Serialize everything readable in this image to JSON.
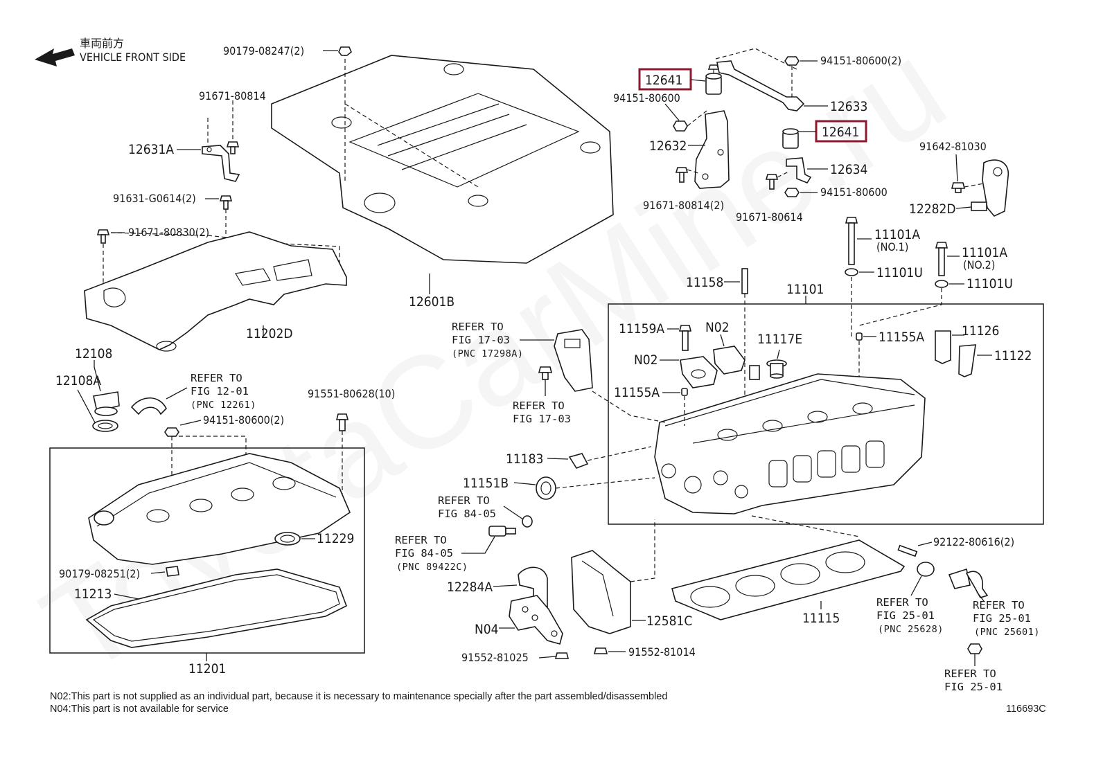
{
  "header": {
    "front_jp": "車両前方",
    "front_en": "VEHICLE FRONT SIDE"
  },
  "watermark": "ToyotaCarMine.ru",
  "highlight_color": "#8b1a2f",
  "labels": {
    "p90179_08247": "90179-08247(2)",
    "p91671_80814a": "91671-80814",
    "p12631A": "12631A",
    "p91631_G0614": "91631-G0614(2)",
    "p91671_80830": "91671-80830(2)",
    "p11202D": "11202D",
    "p12601B": "12601B",
    "p12641a": "12641",
    "p94151_80600a": "94151-80600",
    "p12632": "12632",
    "p91671_80814b": "91671-80814(2)",
    "p94151_80600_2": "94151-80600(2)",
    "p12633": "12633",
    "p12641b": "12641",
    "p12634": "12634",
    "p94151_80600b": "94151-80600",
    "p91671_80614": "91671-80614",
    "p91642_81030": "91642-81030",
    "p12282D": "12282D",
    "p11101A_1": "11101A",
    "no1": "(NO.1)",
    "p11101U_1": "11101U",
    "p11101A_2": "11101A",
    "no2": "(NO.2)",
    "p11101U_2": "11101U",
    "p11158": "11158",
    "p11101": "11101",
    "p11159A": "11159A",
    "n02a": "N02",
    "n02b": "N02",
    "p11117E": "11117E",
    "p11155A_1": "11155A",
    "p11155A_2": "11155A",
    "p11126": "11126",
    "p11122": "11122",
    "p12108": "12108",
    "p12108A": "12108A",
    "p91551_80628": "91551-80628(10)",
    "p94151_80600_2b": "94151-80600(2)",
    "p11183": "11183",
    "p11151B": "11151B",
    "p11229": "11229",
    "p90179_08251": "90179-08251(2)",
    "p11213": "11213",
    "p11201": "11201",
    "p12284A": "12284A",
    "n04": "N04",
    "p12581C": "12581C",
    "p91552_81025": "91552-81025",
    "p91552_81014": "91552-81014",
    "p11115": "11115",
    "p92122_80616": "92122-80616(2)"
  },
  "refs": {
    "r1_a": "REFER TO",
    "r1_b": "FIG 17-03",
    "r1_c": "(PNC 17298A)",
    "r2_a": "REFER TO",
    "r2_b": "FIG 17-03",
    "r3_a": "REFER TO",
    "r3_b": "FIG 12-01",
    "r3_c": "(PNC 12261)",
    "r4_a": "REFER TO",
    "r4_b": "FIG 84-05",
    "r5_a": "REFER TO",
    "r5_b": "FIG 84-05",
    "r5_c": "(PNC 89422C)",
    "r6_a": "REFER TO",
    "r6_b": "FIG 25-01",
    "r6_c": "(PNC 25628)",
    "r7_a": "REFER TO",
    "r7_b": "FIG 25-01",
    "r7_c": "(PNC 25601)",
    "r8_a": "REFER TO",
    "r8_b": "FIG 25-01"
  },
  "notes": {
    "n02": "N02:This part is not supplied as an individual part, because it is necessary to maintenance specially after the part assembled/disassembled",
    "n04": "N04:This part is not available for service"
  },
  "figure_id": "116693C"
}
